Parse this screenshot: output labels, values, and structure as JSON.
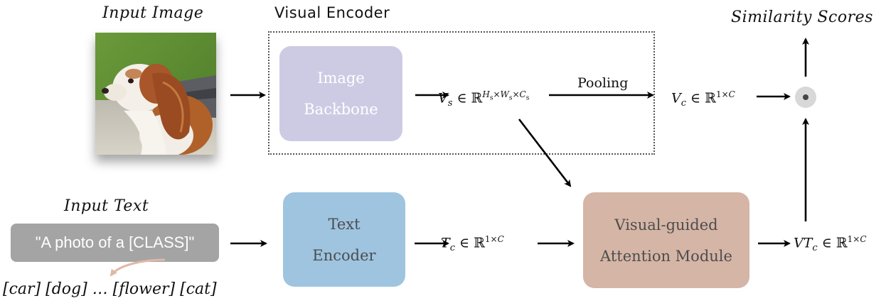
{
  "input_image_label": "Input Image",
  "visual_encoder_label": "Visual Encoder",
  "similarity_label": "Similarity Scores",
  "input_text_label": "Input Text",
  "prompt_text": "\"A photo of a [CLASS]\"",
  "class_list": "[car] [dog] … [flower] [cat]",
  "boxes": {
    "image_backbone": [
      "Image",
      "Backbone"
    ],
    "text_encoder": [
      "Text",
      "Encoder"
    ],
    "attention_module": [
      "Visual-guided",
      "Attention Module"
    ]
  },
  "pooling_label": "Pooling",
  "math": {
    "vs": "V_s ∈ ℝ^{H_s×W_s×C_s}",
    "vc": "V_c ∈ ℝ^{1×C}",
    "tc": "T_c ∈ ℝ^{1×C}",
    "vtc": "VT_c ∈ ℝ^{1×C}"
  },
  "colors": {
    "image_backbone": "#cdcbe4",
    "text_encoder": "#9ec4e0",
    "attention_module": "#d5b5a6",
    "prompt_box": "#a4a4a4",
    "dot_circle": "#d8d8d8"
  }
}
